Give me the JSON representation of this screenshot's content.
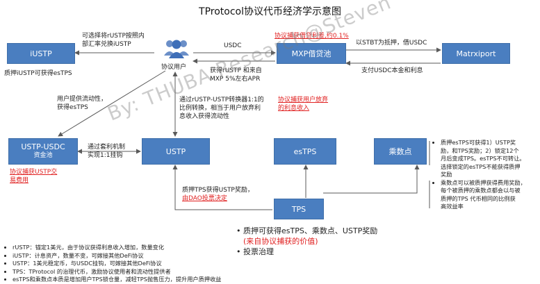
{
  "title": "TProtocol协议代币经济学示意图",
  "watermark": "By: THUBA Research@Steven",
  "boxes": {
    "iustp": "iUSTP",
    "mxp": "MXP借贷池",
    "matrixport": "Matrxiport",
    "ustp_usdc_line1": "USTP-USDC",
    "ustp_usdc_line2": "资金池",
    "ustp": "USTP",
    "estps": "esTPS",
    "multiplier": "乘数点",
    "tps": "TPS"
  },
  "labels": {
    "user": "协议用户",
    "iustp_exchange": [
      "可选择将rUSTP按照内",
      "部汇率兑换iUSTP"
    ],
    "iustp_stake": "质押iUSTP可获得esTPS",
    "usdc": "USDC",
    "mxp_red": "协议捕获借贷利差,约0.1%",
    "stbt": "以STBT为抵押，借USDC",
    "repay": "支付USDC本金和利息",
    "rustp_get": [
      "获得rUSTP 和来自",
      "MXP 5%左右APR"
    ],
    "liquidity": [
      "用户提供流动性，",
      "获得esTPS"
    ],
    "converter": [
      "通过rUSTP-USTP转换器1:1的",
      "比例转换，相当于用户放弃利",
      "息收入获得流动性"
    ],
    "user_interest_red": [
      "协议捕获用户放弃",
      "的利息收入"
    ],
    "arbitrage": [
      "通过套利机制",
      "实现1:1挂钩"
    ],
    "pool_fee_red": [
      "协议捕获USTP交",
      "易费用"
    ],
    "stake_tps": "质押TPS获得USTP奖励，",
    "dao_red": "由DAO投票决定",
    "right_notes": [
      [
        "质押esTPS可获得1）USTP奖",
        "励，和TPS奖励；2）锁定12个",
        "月后变成TPS。esTPS不可转让。",
        "选择锁定的esTPS不能获得质押",
        "奖励"
      ],
      [
        "乘数点可以被质押获得费用奖励，",
        "每个被质押的乘数点都会以与被",
        "质押的TPS 代币相同的比例获",
        "高效益率"
      ]
    ],
    "tps_bullet1": "质押可获得esTPS、乘数点、USTP奖励",
    "tps_bullet1_red": "(来自协议捕获的价值)",
    "tps_bullet2": "投票治理"
  },
  "notes": [
    "rUSTP：锚定1美元，由于协议获得利息收入增加，数量变化",
    "iUSTP：计息资产，数量不变，可嫁接其他DeFi协议",
    "USTP：1美元稳定币，与USDC挂钩，可嫁接其他DeFi协议",
    "TPS：TProtocol 的治理代币，激励协议使用者和流动性提供者",
    "esTPS和乘数点本质是增加用户TPS锁仓量，减轻TPS抛售压力，提升用户质押收益"
  ],
  "colors": {
    "box": "#4a7ec0",
    "red": "#e02020",
    "arrow": "#5a5a5a"
  }
}
